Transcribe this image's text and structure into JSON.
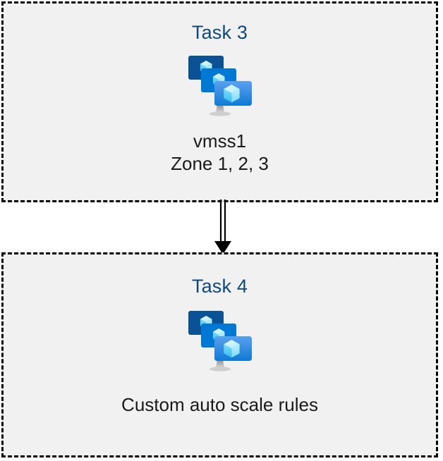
{
  "diagram": {
    "type": "flow",
    "background_color": "#ffffff",
    "groups": [
      {
        "id": "task3",
        "title": "Task 3",
        "title_color": "#11497b",
        "fill_color": "#f1f1f1",
        "border_color": "#000000",
        "border_style": "dashed",
        "icon": "vmss-icon",
        "icon_label": "virtual-machine-scale-set",
        "lines": [
          "vmss1",
          "Zone 1, 2, 3"
        ],
        "label_color": "#1a1a1a"
      },
      {
        "id": "task4",
        "title": "Task 4",
        "title_color": "#11497b",
        "fill_color": "#f1f1f1",
        "border_color": "#000000",
        "border_style": "dashed",
        "icon": "vmss-icon",
        "icon_label": "virtual-machine-scale-set",
        "lines": [
          "Custom auto scale rules"
        ],
        "label_color": "#1a1a1a"
      }
    ],
    "connector": {
      "name": "arrow-task3-to-task4",
      "style": "double-line-with-filled-arrowhead",
      "direction": "down",
      "color": "#000000",
      "from": "task3",
      "to": "task4"
    },
    "icon_colors": {
      "monitor_back": "#0a5295",
      "monitor_middle": "#0078d4",
      "monitor_front_top": "#4f95e8",
      "monitor_front_bottom": "#0f7ad4",
      "cube_light": "#c3f1ff",
      "cube_mid": "#6fd7f5",
      "cube_dark": "#32b8ee",
      "stand_gray": "#9a9a9a"
    }
  }
}
